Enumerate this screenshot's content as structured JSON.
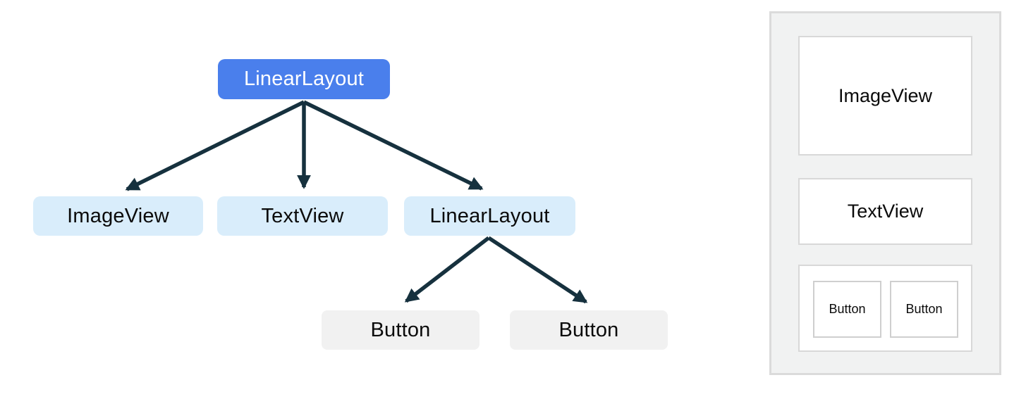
{
  "tree": {
    "root": {
      "label": "LinearLayout"
    },
    "children": [
      {
        "label": "ImageView"
      },
      {
        "label": "TextView"
      },
      {
        "label": "LinearLayout"
      }
    ],
    "grandchildren": [
      {
        "label": "Button"
      },
      {
        "label": "Button"
      }
    ]
  },
  "preview_panel": {
    "imageview": {
      "label": "ImageView"
    },
    "textview": {
      "label": "TextView"
    },
    "buttons": [
      {
        "label": "Button"
      },
      {
        "label": "Button"
      }
    ]
  },
  "colors": {
    "root_node_fill": "#4A7FEC",
    "root_node_text": "#FFFFFF",
    "child_node_fill": "#D9EDFB",
    "button_node_fill": "#F1F1F1",
    "arrow": "#16313E",
    "panel_bg": "#F1F2F2",
    "panel_border": "#DBDBDB",
    "preview_box_border": "#D8D8D8",
    "preview_button_border": "#CFCFCF"
  }
}
